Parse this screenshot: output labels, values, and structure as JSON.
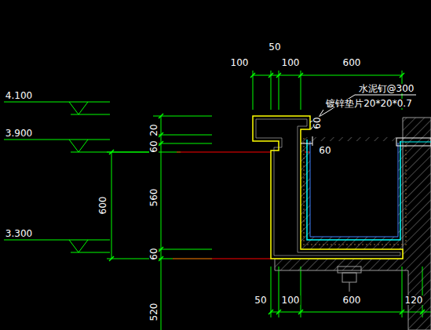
{
  "diagram": {
    "labels": [
      "4.100",
      "3.900",
      "3.300",
      "600",
      "60",
      "20",
      "560",
      "60",
      "520",
      "50",
      "100",
      "100",
      "600",
      "水泥钉@300",
      "镀锌垫片20*20*0.7",
      "60",
      "60",
      "50",
      "100",
      "600",
      "120"
    ]
  }
}
